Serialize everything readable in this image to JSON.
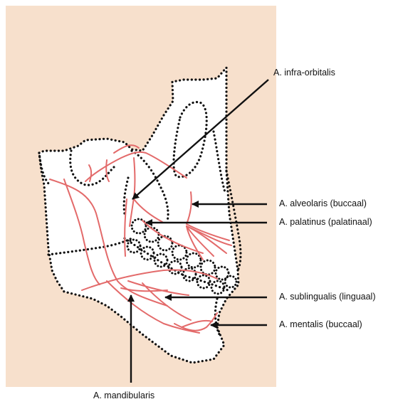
{
  "figure": {
    "background_color": "#f7e0cc",
    "outline_color": "#111111",
    "vessel_color": "#e36a6a",
    "arrow_color": "#111111"
  },
  "labels": {
    "infra_orbitalis": "A. infra-orbitalis",
    "alveolaris": "A. alveolaris (buccaal)",
    "palatinus": "A. palatinus (palatinaal)",
    "sublingualis": "A. sublingualis (linguaal)",
    "mentalis": "A. mentalis (buccaal)",
    "mandibularis": "A. mandibularis"
  }
}
